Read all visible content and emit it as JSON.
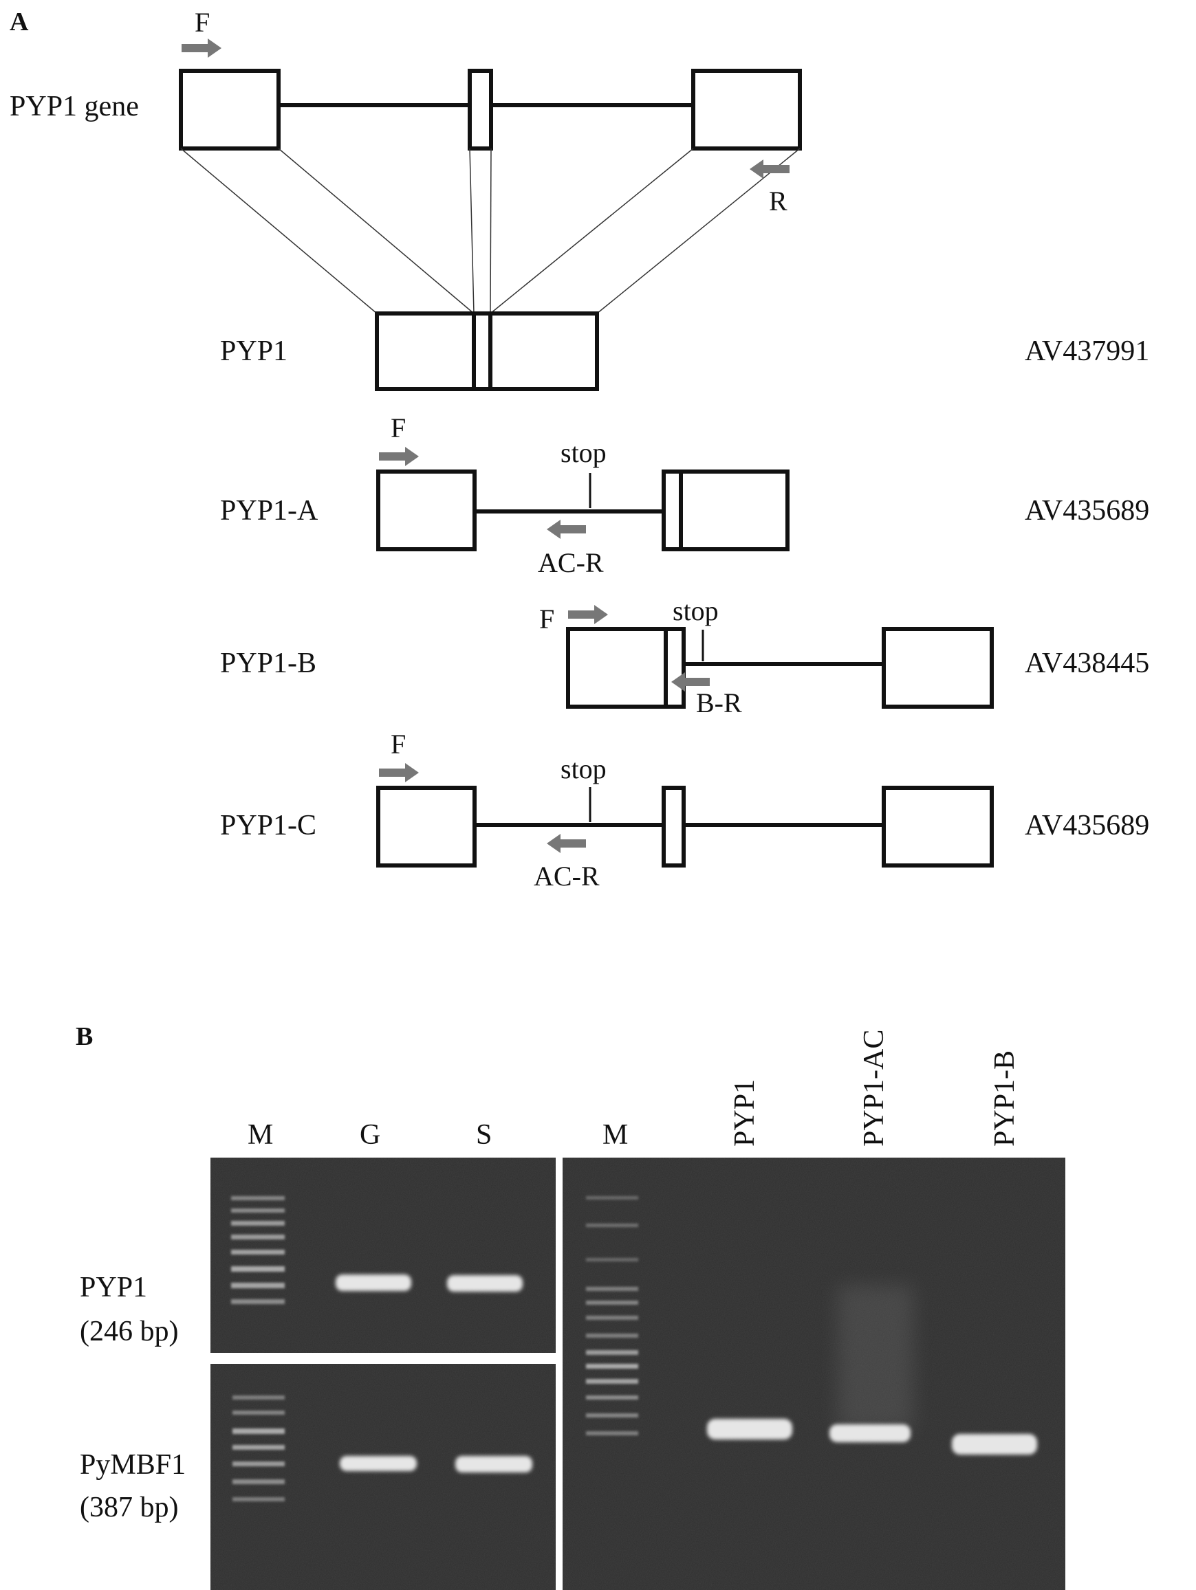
{
  "panels": {
    "a": "A",
    "b": "B"
  },
  "colors": {
    "primer_arrow": "#777777",
    "gel_background": "#2e2e2e",
    "band": "#e6e6e6"
  },
  "panel_a": {
    "gene_label": "PYP1 gene",
    "primer_f": "F",
    "primer_r": "R",
    "primer_ac_r": "AC-R",
    "primer_b_r": "B-R",
    "stop": "stop",
    "transcripts": [
      {
        "name": "PYP1",
        "accession": "AV437991"
      },
      {
        "name": "PYP1-A",
        "accession": "AV435689"
      },
      {
        "name": "PYP1-B",
        "accession": "AV438445"
      },
      {
        "name": "PYP1-C",
        "accession": "AV435689"
      }
    ]
  },
  "panel_b": {
    "gel1_lanes": [
      "M",
      "G",
      "S"
    ],
    "gel2_lanes": [
      "M",
      "PYP1",
      "PYP1-AC",
      "PYP1-B"
    ],
    "row1_label": [
      "PYP1",
      "(246 bp)"
    ],
    "row2_label": [
      "PyMBF1",
      "(387 bp)"
    ]
  }
}
